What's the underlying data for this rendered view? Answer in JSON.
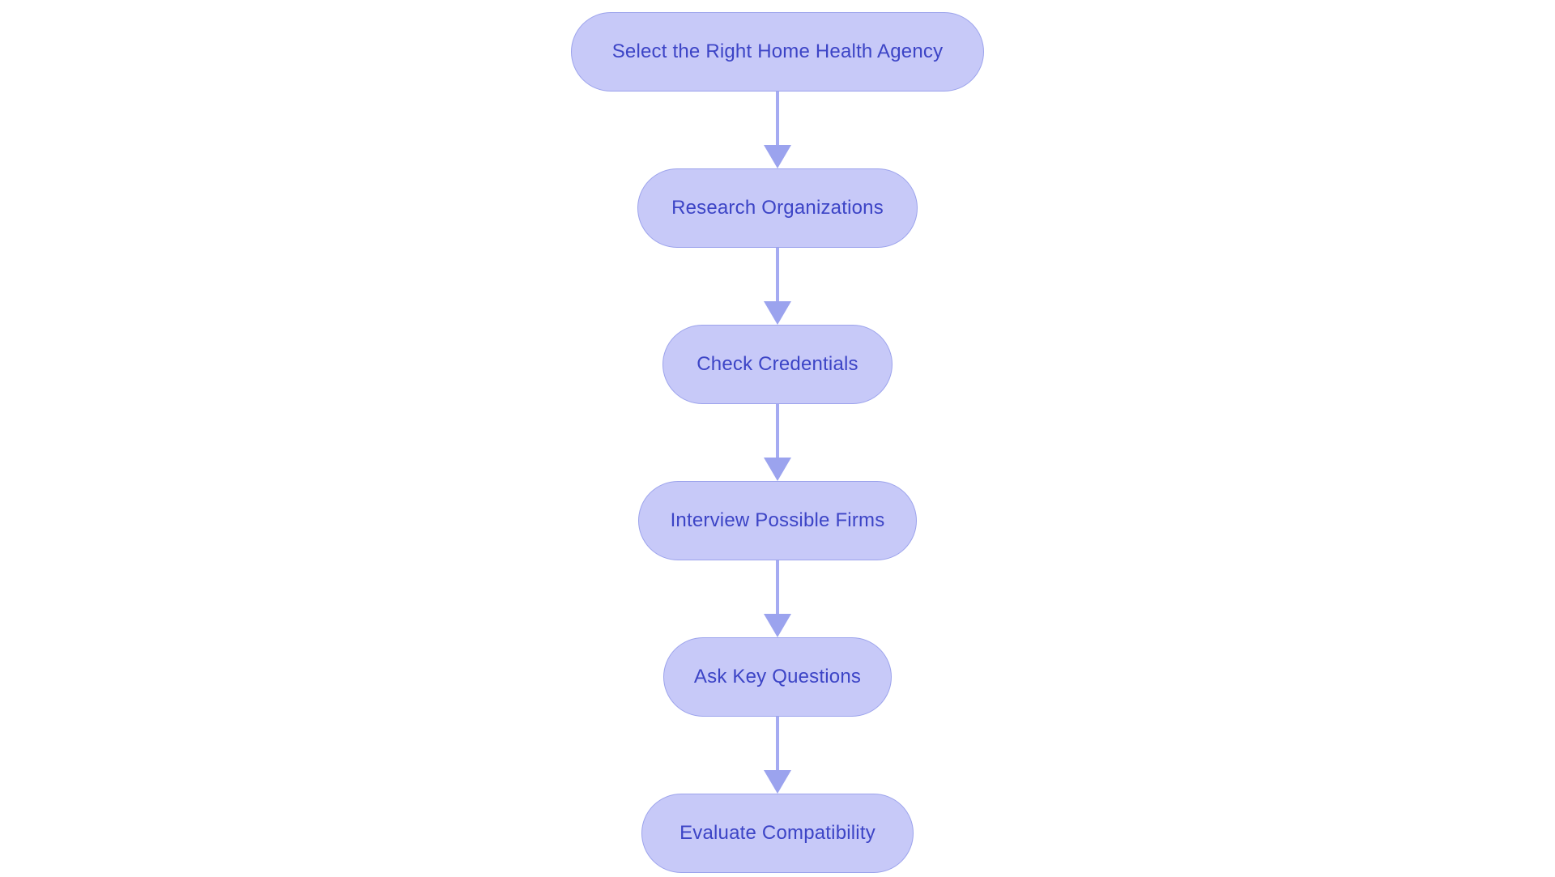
{
  "page": {
    "background": "#ffffff"
  },
  "diagram": {
    "type": "flowchart",
    "direction": "top-to-bottom",
    "steps": [
      {
        "label": "Select the Right Home Health Agency"
      },
      {
        "label": "Research Organizations"
      },
      {
        "label": "Check Credentials"
      },
      {
        "label": "Interview Possible Firms"
      },
      {
        "label": "Ask Key Questions"
      },
      {
        "label": "Evaluate Compatibility"
      }
    ],
    "connector_style": "straight-down-arrow",
    "colors": {
      "node_fill": "#c7c9f8",
      "node_border": "#9ca3ec",
      "node_text": "#3c44c6",
      "arrow_stem": "#a5abf2",
      "arrow_head": "#9ba3ee",
      "background": "#ffffff"
    }
  }
}
